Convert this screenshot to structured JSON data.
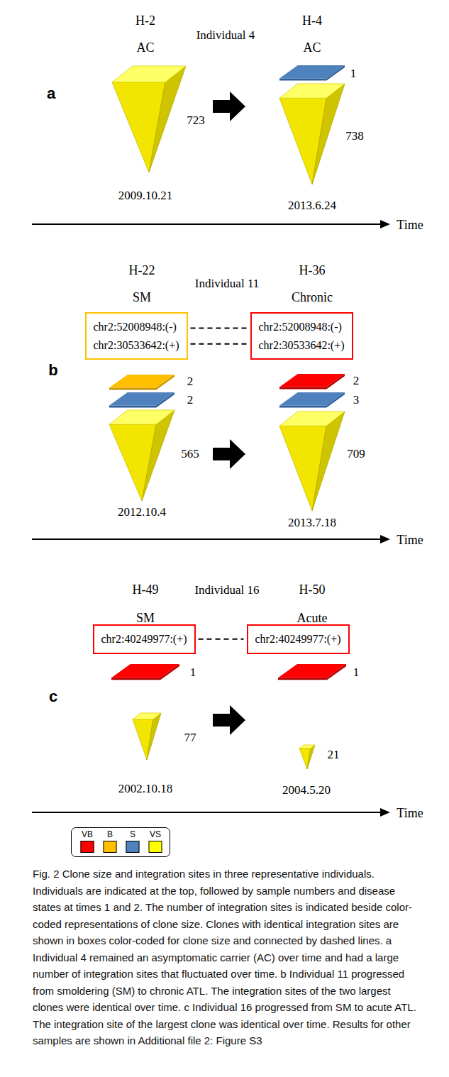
{
  "diagram": {
    "caption": "Fig. 2 Clone size and integration sites in three representative individuals. Individuals are indicated at the top, followed by sample numbers and disease states at times 1 and 2. The number of integration sites is indicated beside color-coded representations of clone size. Clones with identical integration sites are shown in boxes color-coded for clone size and connected by dashed lines. a Individual 4 remained an asymptomatic carrier (AC) over time and had a large number of integration sites that fluctuated over time. b Individual 11 progressed from smoldering (SM) to chronic ATL. The integration sites of the two largest clones were identical over time. c Individual 16 progressed from SM to acute ATL. The integration site of the largest clone was identical over time. Results for other samples are shown in Additional file 2: Figure S3",
    "nodes": [
      {
        "text": [
          "chr2:52008948:(-)",
          "chr2:30533642:(+)"
        ]
      },
      {
        "text": [
          "chr2:52008948:(-)",
          "chr2:30533642:(+)"
        ]
      },
      {
        "text": [
          "chr2:40249977:(+)"
        ]
      },
      {
        "text": [
          "chr2:40249977:(+)"
        ]
      }
    ],
    "edges": [
      {
        "from": 0,
        "to": 1,
        "arrow": "none"
      },
      {
        "from": 0,
        "to": 1,
        "arrow": "none"
      },
      {
        "from": 2,
        "to": 3,
        "arrow": "none"
      }
    ],
    "labels": [
      "H-2",
      "AC",
      "Individual 4",
      "H-4",
      "AC",
      "a",
      "723",
      "1",
      "738",
      "2009.10.21",
      "2013.6.24",
      "Time",
      "H-22",
      "SM",
      "Individual 11",
      "H-36",
      "Chronic",
      "b",
      "2",
      "2",
      "565",
      "2",
      "3",
      "709",
      "2012.10.4",
      "2013.7.18",
      "Time",
      "H-49",
      "Individual 16",
      "H-50",
      "SM",
      "Acute",
      "c",
      "1",
      "1",
      "77",
      "21",
      "2002.10.18",
      "2004.5.20",
      "Time"
    ],
    "legend": [
      {
        "text": "VB",
        "color": "#ff0000"
      },
      {
        "text": "B",
        "color": "#ffc000"
      },
      {
        "text": "S",
        "color": "#4f81bd"
      },
      {
        "text": "VS",
        "color": "#ffff00"
      }
    ]
  }
}
